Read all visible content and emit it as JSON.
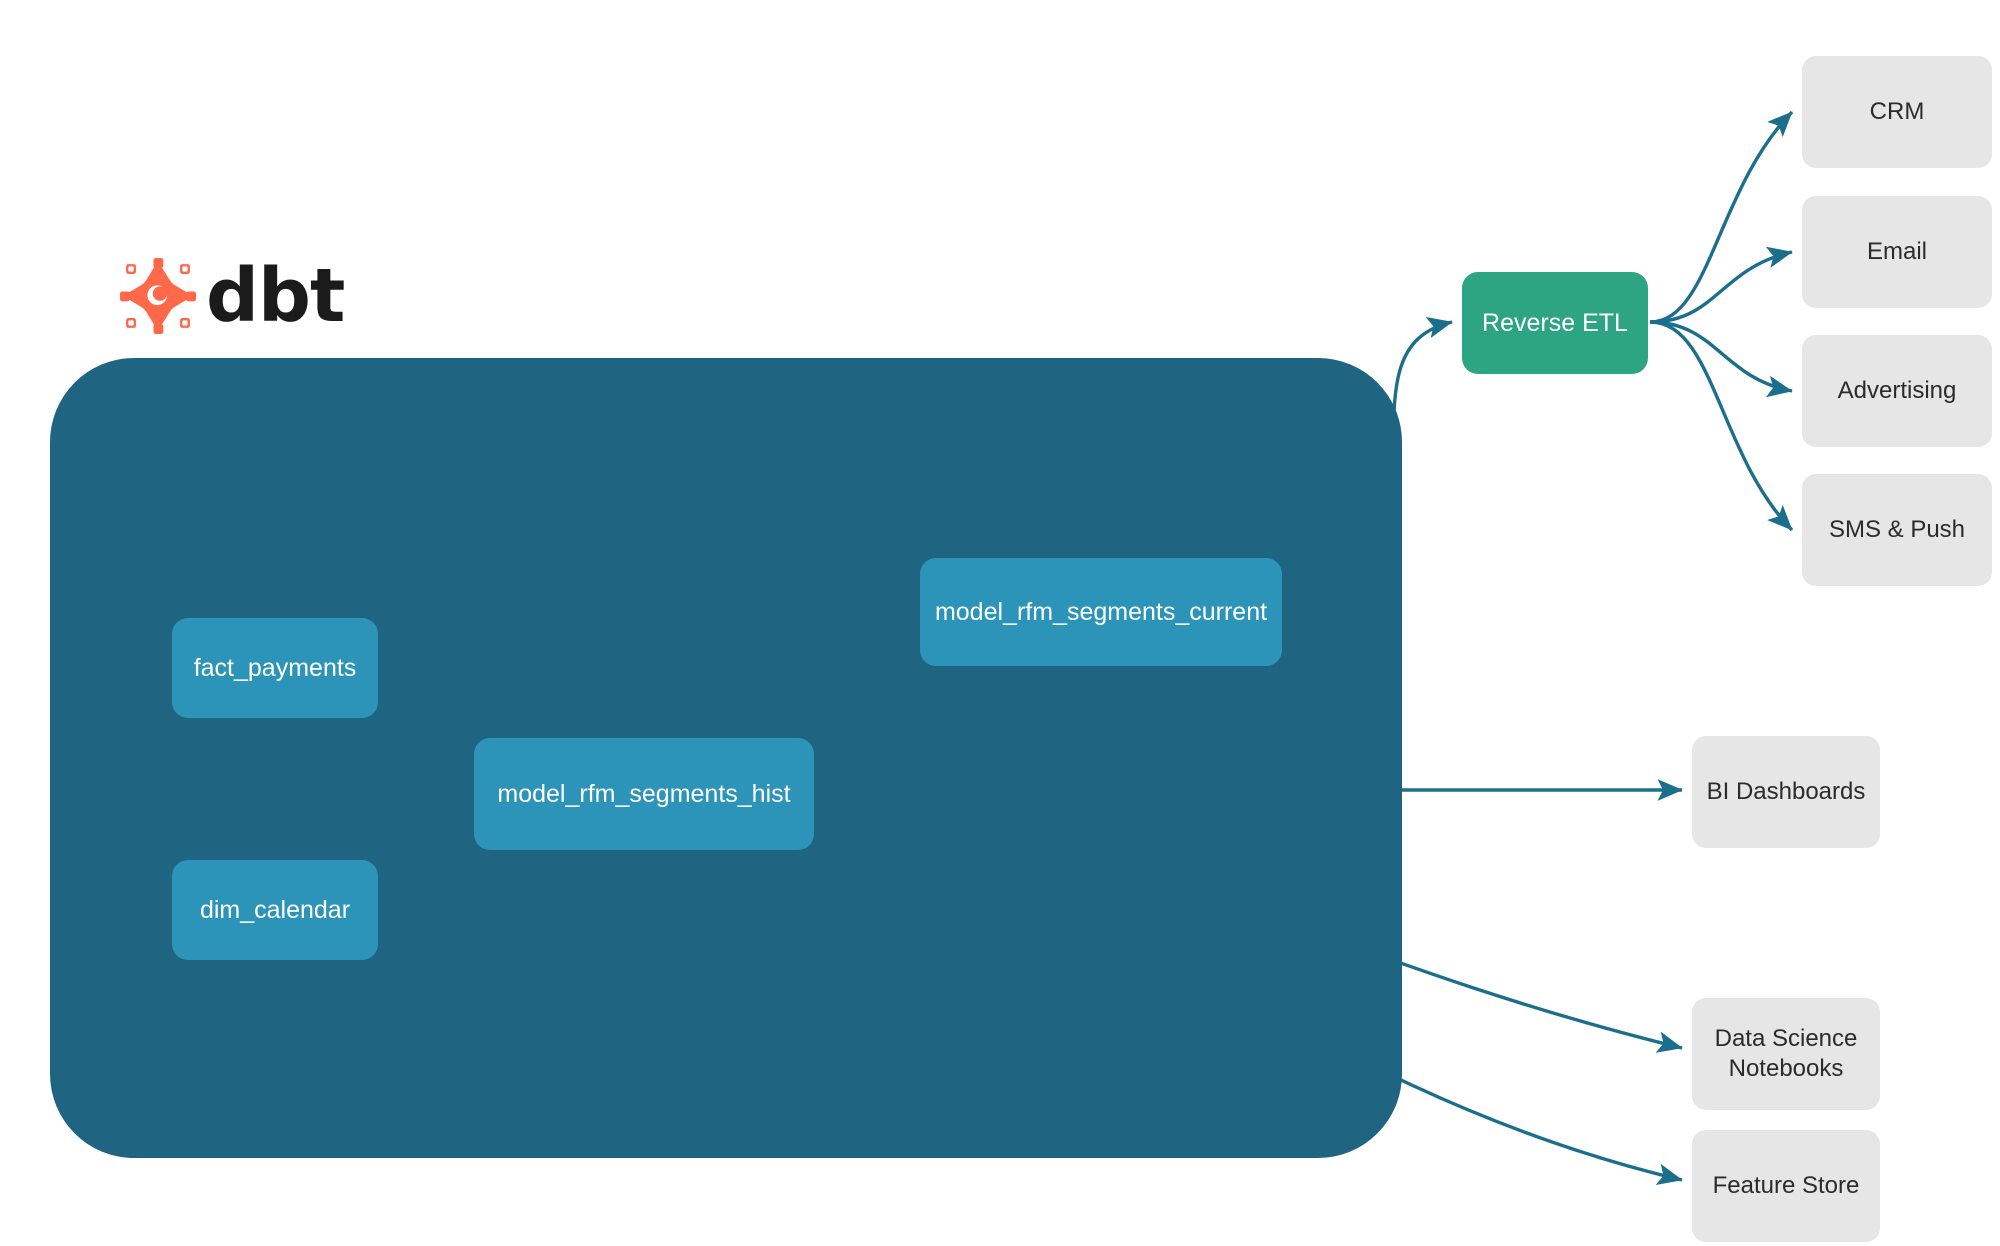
{
  "brand": {
    "name": "dbt",
    "logo_icon": "dbt-logo-icon",
    "logo_color": "#FF694A"
  },
  "colors": {
    "warehouse_fill": "#1F6480",
    "model_fill": "#2C94B8",
    "reverse_etl_fill": "#2EA582",
    "destination_fill": "#E6E6E6",
    "edge_external": "#1B6E8C",
    "edge_internal": "#3FA8C6",
    "background": "#FFFFFF"
  },
  "warehouse": {
    "label": "",
    "models": [
      {
        "id": "fact_payments",
        "label": "fact_payments"
      },
      {
        "id": "dim_calendar",
        "label": "dim_calendar"
      },
      {
        "id": "model_rfm_segments_hist",
        "label": "model_rfm_segments_hist"
      },
      {
        "id": "model_rfm_segments_current",
        "label": "model_rfm_segments_current"
      }
    ]
  },
  "reverse_etl": {
    "label": "Reverse ETL"
  },
  "destinations": {
    "activation": [
      {
        "id": "crm",
        "label": "CRM"
      },
      {
        "id": "email",
        "label": "Email"
      },
      {
        "id": "advertising",
        "label": "Advertising"
      },
      {
        "id": "sms_push",
        "label": "SMS & Push"
      }
    ],
    "analytics": [
      {
        "id": "bi_dashboards",
        "label": "BI Dashboards"
      },
      {
        "id": "data_science_notebooks",
        "label": "Data Science\nNotebooks"
      },
      {
        "id": "feature_store",
        "label": "Feature Store"
      }
    ]
  },
  "edges": [
    {
      "from": "fact_payments",
      "to": "model_rfm_segments_hist",
      "style": "internal"
    },
    {
      "from": "dim_calendar",
      "to": "model_rfm_segments_hist",
      "style": "internal"
    },
    {
      "from": "model_rfm_segments_hist",
      "to": "model_rfm_segments_current",
      "style": "internal"
    },
    {
      "from": "model_rfm_segments_current",
      "to": "reverse_etl",
      "style": "external"
    },
    {
      "from": "reverse_etl",
      "to": "crm",
      "style": "external"
    },
    {
      "from": "reverse_etl",
      "to": "email",
      "style": "external"
    },
    {
      "from": "reverse_etl",
      "to": "advertising",
      "style": "external"
    },
    {
      "from": "reverse_etl",
      "to": "sms_push",
      "style": "external"
    },
    {
      "from": "model_rfm_segments_hist",
      "to": "bi_dashboards",
      "style": "external"
    },
    {
      "from": "model_rfm_segments_hist",
      "to": "data_science_notebooks",
      "style": "external"
    },
    {
      "from": "model_rfm_segments_hist",
      "to": "feature_store",
      "style": "external"
    }
  ]
}
